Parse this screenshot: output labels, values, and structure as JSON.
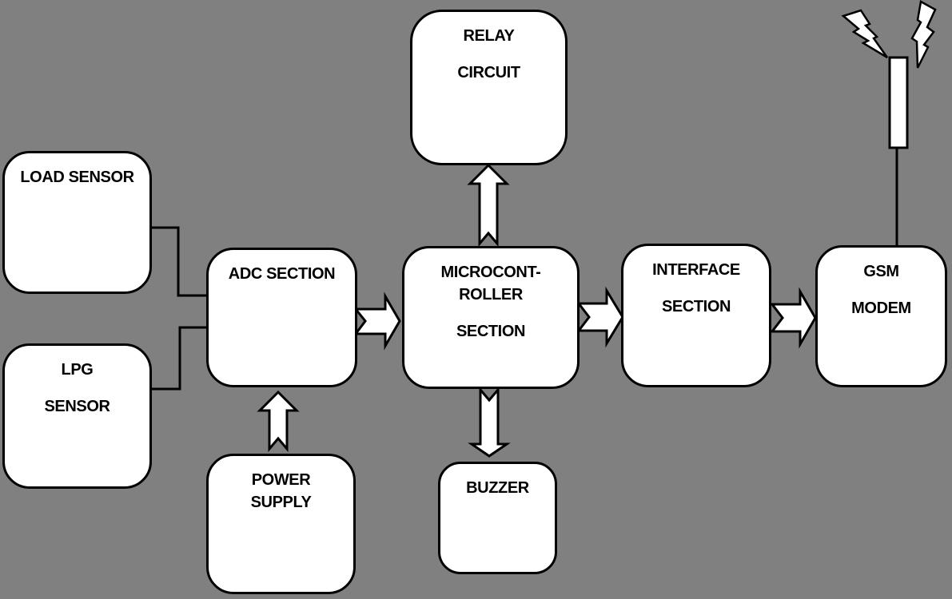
{
  "diagram": {
    "colors": {
      "background": "#808080",
      "shape_fill": "#ffffff",
      "outline": "#000000",
      "text": "#000000"
    },
    "blocks": {
      "load_sensor": {
        "label": "LOAD SENSOR",
        "lines": [
          "LOAD SENSOR"
        ]
      },
      "lpg_sensor": {
        "label": "LPG SENSOR",
        "lines": [
          "LPG",
          "",
          "SENSOR"
        ]
      },
      "adc_section": {
        "label": "ADC SECTION",
        "lines": [
          "ADC SECTION"
        ]
      },
      "power_supply": {
        "label": "POWER SUPPLY",
        "lines": [
          "POWER",
          "SUPPLY"
        ]
      },
      "microcontroller_section": {
        "label": "MICROCONTROLLER SECTION",
        "lines": [
          "MICROCONT-",
          "ROLLER",
          "",
          "SECTION"
        ]
      },
      "relay_circuit": {
        "label": "RELAY CIRCUIT",
        "lines": [
          "RELAY",
          "",
          "CIRCUIT"
        ]
      },
      "buzzer": {
        "label": "BUZZER",
        "lines": [
          "BUZZER"
        ]
      },
      "interface_section": {
        "label": "INTERFACE SECTION",
        "lines": [
          "INTERFACE",
          "",
          "SECTION"
        ]
      },
      "gsm_modem": {
        "label": "GSM MODEM",
        "lines": [
          "GSM",
          "",
          "MODEM"
        ]
      }
    },
    "connections": [
      {
        "from": "load_sensor",
        "to": "adc_section",
        "style": "line"
      },
      {
        "from": "lpg_sensor",
        "to": "adc_section",
        "style": "line"
      },
      {
        "from": "power_supply",
        "to": "adc_section",
        "style": "block-arrow"
      },
      {
        "from": "adc_section",
        "to": "microcontroller_section",
        "style": "block-arrow"
      },
      {
        "from": "microcontroller_section",
        "to": "relay_circuit",
        "style": "block-arrow"
      },
      {
        "from": "microcontroller_section",
        "to": "buzzer",
        "style": "block-arrow"
      },
      {
        "from": "microcontroller_section",
        "to": "interface_section",
        "style": "block-arrow"
      },
      {
        "from": "interface_section",
        "to": "gsm_modem",
        "style": "block-arrow"
      },
      {
        "from": "gsm_modem",
        "to": "antenna",
        "style": "line"
      }
    ],
    "icons": [
      "antenna-icon",
      "lightning-bolt-left-icon",
      "lightning-bolt-right-icon"
    ]
  }
}
